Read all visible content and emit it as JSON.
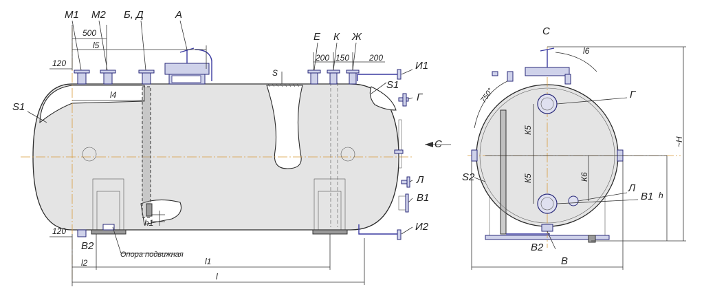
{
  "side": {
    "nozzles": {
      "m1": "M1",
      "m2": "M2",
      "b_d": "Б, Д",
      "a": "А",
      "e": "Е",
      "k": "К",
      "zh": "Ж",
      "i1": "И1",
      "g": "Г",
      "l_noz": "Л",
      "v1": "В1",
      "i2": "И2",
      "v2": "В2"
    },
    "dims": {
      "d500": "500",
      "d120_top": "120",
      "d120_bot": "120",
      "d200a": "200",
      "d150": "150",
      "d200b": "200",
      "l5": "l5",
      "l4": "l4",
      "s": "S",
      "s1_left": "S1",
      "s1_right": "S1",
      "h1": "h1",
      "l2": "l2",
      "l1": "l1",
      "l": "l",
      "c_arrow": "С"
    },
    "support_label": "Опора подвижная"
  },
  "end": {
    "labels": {
      "c": "С",
      "l6": "l6",
      "angle": "750°",
      "g": "Г",
      "k5a": "К5",
      "k5b": "К5",
      "k6": "К6",
      "s2": "S2",
      "l_noz": "Л",
      "v1": "В1",
      "v2": "В2",
      "b": "В",
      "h_total": "~H",
      "h": "h"
    }
  }
}
